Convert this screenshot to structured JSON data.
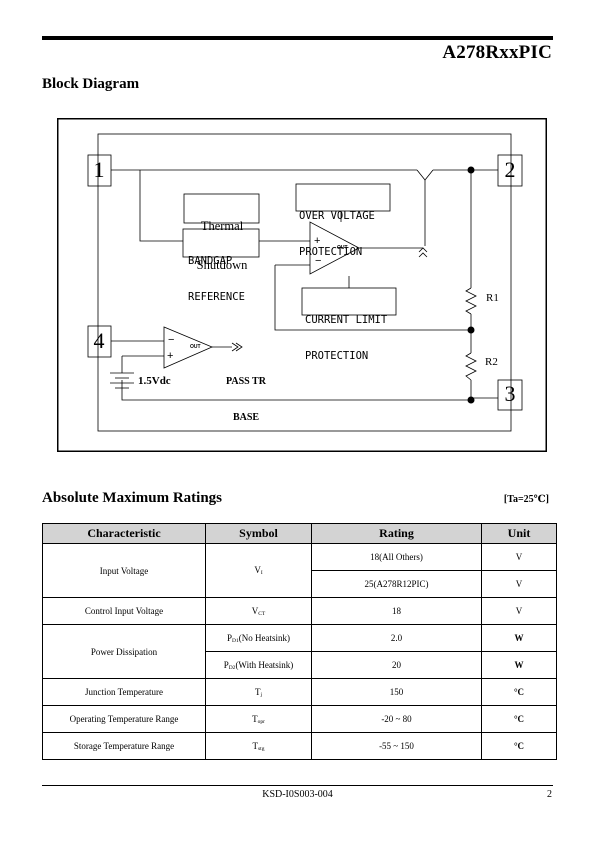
{
  "header": {
    "doc_title": "A278RxxPIC"
  },
  "block_diagram": {
    "section_title": "Block Diagram",
    "pins": {
      "p1": "1",
      "p2": "2",
      "p3": "3",
      "p4": "4"
    },
    "blocks": {
      "thermal_line1": "Thermal",
      "thermal_line2": "Shutdown",
      "bandgap_line1": "BANDGAP",
      "bandgap_line2": "REFERENCE",
      "ovp_line1": "OVER VOLTAGE",
      "ovp_line2": "PROTECTION",
      "clp_line1": "CURRENT LIMIT",
      "clp_line2": "PROTECTION"
    },
    "amp_out_label": "OUT",
    "resistors": {
      "r1": "R1",
      "r2": "R2"
    },
    "pass_tr_line1": "PASS TR",
    "pass_tr_line2": "BASE",
    "vref_label": "1.5Vdc"
  },
  "ratings": {
    "section_title": "Absolute Maximum Ratings",
    "condition": "[Ta=25℃]",
    "headers": {
      "characteristic": "Characteristic",
      "symbol": "Symbol",
      "rating": "Rating",
      "unit": "Unit"
    },
    "rows": {
      "input_voltage": {
        "name": "Input Voltage",
        "symbol_main": "V",
        "symbol_sub": "I",
        "rating_a": "18(All Others)",
        "unit_a": "V",
        "rating_b": "25(A278R12PIC)",
        "unit_b": "V"
      },
      "control_voltage": {
        "name": "Control Input Voltage",
        "symbol_main": "V",
        "symbol_sub": "CT",
        "rating": "18",
        "unit": "V"
      },
      "power_dissipation": {
        "name": "Power Dissipation",
        "symbol_a_main": "P",
        "symbol_a_sub": "D1",
        "symbol_a_note": "(No Heatsink)",
        "rating_a": "2.0",
        "unit_a": "W",
        "symbol_b_main": "P",
        "symbol_b_sub": "D2",
        "symbol_b_note": "(With Heatsink)",
        "rating_b": "20",
        "unit_b": "W"
      },
      "junction_temp": {
        "name": "Junction Temperature",
        "symbol_main": "T",
        "symbol_sub": "j",
        "rating": "150",
        "unit": "°C"
      },
      "operating_temp": {
        "name": "Operating Temperature Range",
        "symbol_main": "T",
        "symbol_sub": "opr",
        "rating": "-20 ~ 80",
        "unit": "°C"
      },
      "storage_temp": {
        "name": "Storage Temperature Range",
        "symbol_main": "T",
        "symbol_sub": "stg",
        "rating": "-55 ~ 150",
        "unit": "°C"
      }
    }
  },
  "footer": {
    "doc_code": "KSD-I0S003-004",
    "page_number": "2"
  }
}
